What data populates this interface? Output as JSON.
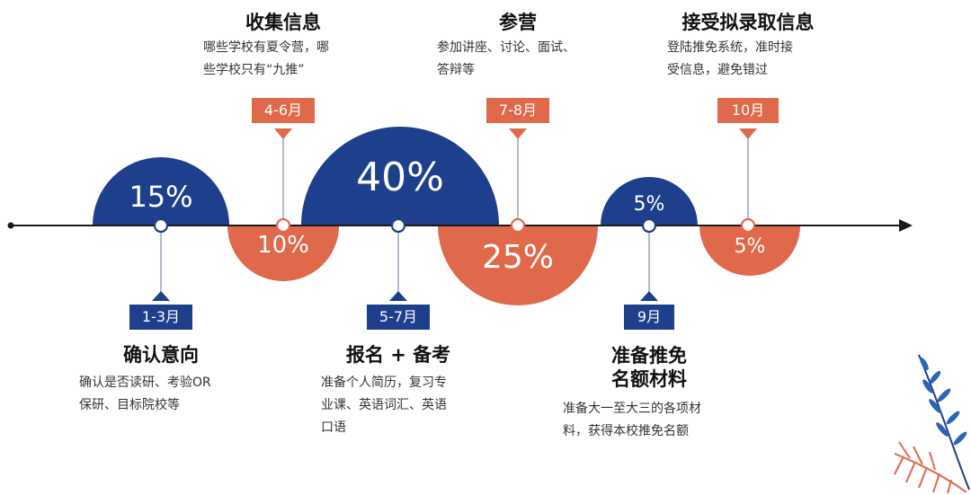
{
  "colors": {
    "navy": "#1d3f8c",
    "orange": "#e0684b",
    "line": "#1a1a1a"
  },
  "stages": [
    {
      "id": "s1",
      "percent": "15%",
      "period": "1-3月",
      "title": "确认意向",
      "desc": [
        "确认是否读研、考验OR",
        "保研、目标院校等"
      ]
    },
    {
      "id": "s2",
      "percent": "10%",
      "period": "4-6月",
      "title": "收集信息",
      "desc": [
        "哪些学校有夏令营，哪",
        "些学校只有“九推”"
      ]
    },
    {
      "id": "s3",
      "percent": "40%",
      "period": "5-7月",
      "title": "报名 + 备考",
      "desc": [
        "准备个人简历，复习专",
        "业课、英语词汇、英语",
        "口语"
      ]
    },
    {
      "id": "s4",
      "percent": "25%",
      "period": "7-8月",
      "title": "参营",
      "desc": [
        "参加讲座、讨论、面试、",
        "答辩等"
      ]
    },
    {
      "id": "s5",
      "percent": "5%",
      "period": "9月",
      "title": [
        "准备推免",
        "名额材料"
      ],
      "desc": [
        "准备大一至大三的各项材",
        "料，获得本校推免名额"
      ]
    },
    {
      "id": "s6",
      "percent": "5%",
      "period": "10月",
      "title": "接受拟录取信息",
      "desc": [
        "登陆推免系统，准时接",
        "受信息，避免错过"
      ]
    }
  ]
}
